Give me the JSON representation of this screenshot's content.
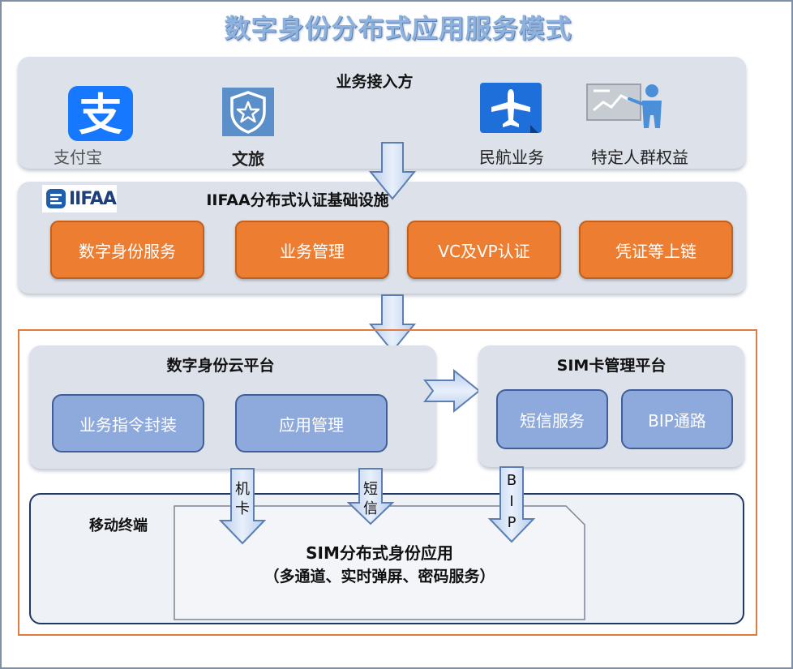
{
  "title": "数字身份分布式应用服务模式",
  "access": {
    "label": "业务接入方",
    "apps": [
      "支付宝",
      "文旅",
      "民航业务",
      "特定人群权益"
    ]
  },
  "iifaa": {
    "logo_text": "IIFAA",
    "label": "IIFAA分布式认证基础设施",
    "boxes": [
      "数字身份服务",
      "业务管理",
      "VC及VP认证",
      "凭证等上链"
    ]
  },
  "cloud": {
    "label": "数字身份云平台",
    "boxes": [
      "业务指令封装",
      "应用管理"
    ]
  },
  "sim_platform": {
    "label": "SIM卡管理平台",
    "boxes": [
      "短信服务",
      "BIP通路"
    ]
  },
  "channels": [
    "机卡",
    "短信",
    "BIP"
  ],
  "terminal": {
    "label": "移动终端",
    "app_line1": "SIM分布式身份应用",
    "app_line2": "（多通道、实时弹屏、密码服务）"
  },
  "colors": {
    "orange": "#ed7d31",
    "blue_box": "#8ea9db",
    "panel": "#dde2ea",
    "outer_border": "#e07b3c",
    "title": "#8eb2de"
  }
}
